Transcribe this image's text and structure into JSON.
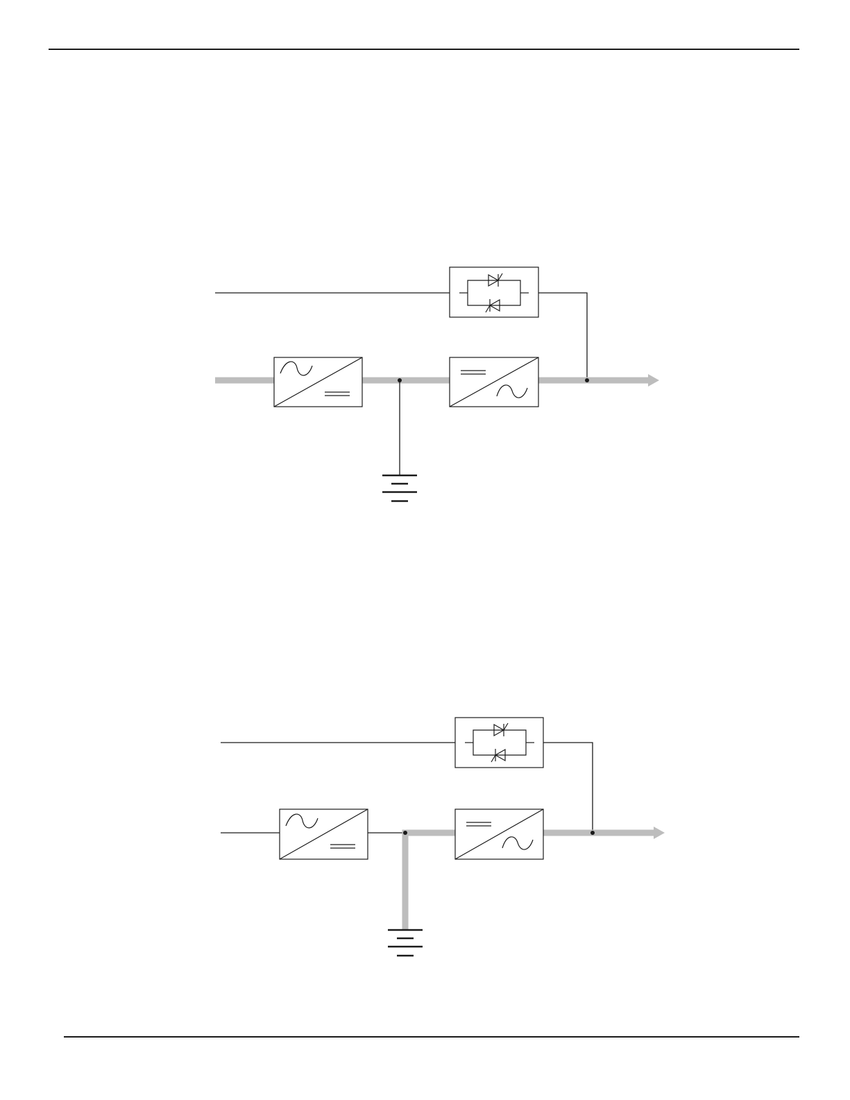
{
  "colors": {
    "page_background": "#ffffff",
    "line": "#1a1a1a",
    "active_power_path": "#bdbdbd"
  },
  "icons": {
    "ac_dc_converter": "rectifier-icon",
    "dc_ac_converter": "inverter-icon",
    "static_switch": "thyristor-pair-icon",
    "battery": "battery-icon",
    "junction": "junction-dot-icon"
  },
  "diagrams": [
    {
      "id": "normal-mode",
      "active_power_path": [
        "mains-input",
        "rectifier",
        "dc-bus",
        "inverter",
        "output"
      ],
      "battery_path_active": false
    },
    {
      "id": "battery-mode",
      "active_power_path": [
        "battery",
        "dc-bus",
        "inverter",
        "output"
      ],
      "battery_path_active": true
    }
  ]
}
